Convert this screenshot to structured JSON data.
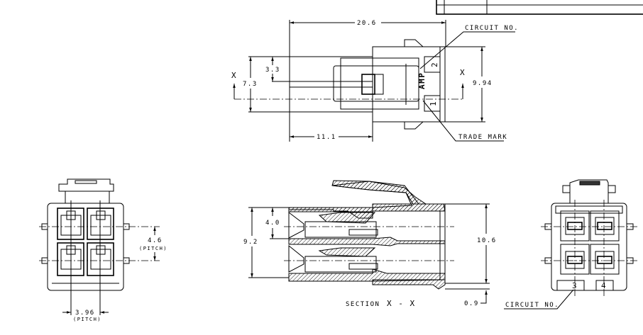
{
  "top_view": {
    "dim_overall_length": "20.6",
    "dim_tube_length": "11.1",
    "dim_tube_height": "3.3",
    "dim_tube_span": "7.3",
    "dim_body_height": "9.94",
    "section_mark_left": "X",
    "section_mark_right": "X",
    "callout_circuit_no": "CIRCUIT NO.",
    "callout_trade_mark": "TRADE MARK",
    "logo_text": "AMP",
    "circuit_numbers": [
      "2",
      "1"
    ]
  },
  "front_view": {
    "dim_vertical_pitch": "4.6",
    "dim_vertical_pitch_note": "(PITCH)",
    "dim_horizontal_pitch": "3.96",
    "dim_horizontal_pitch_note": "(PITCH)"
  },
  "section_view": {
    "title": "SECTION",
    "title_suffix": "X - X",
    "dim_inner_height": "9.2",
    "dim_cavity_height": "4.0",
    "dim_outer_height": "10.6",
    "dim_lip": "0.9"
  },
  "rear_view": {
    "callout_circuit_no": "CIRCUIT NO.",
    "circuit_numbers": [
      "3",
      "4"
    ]
  }
}
